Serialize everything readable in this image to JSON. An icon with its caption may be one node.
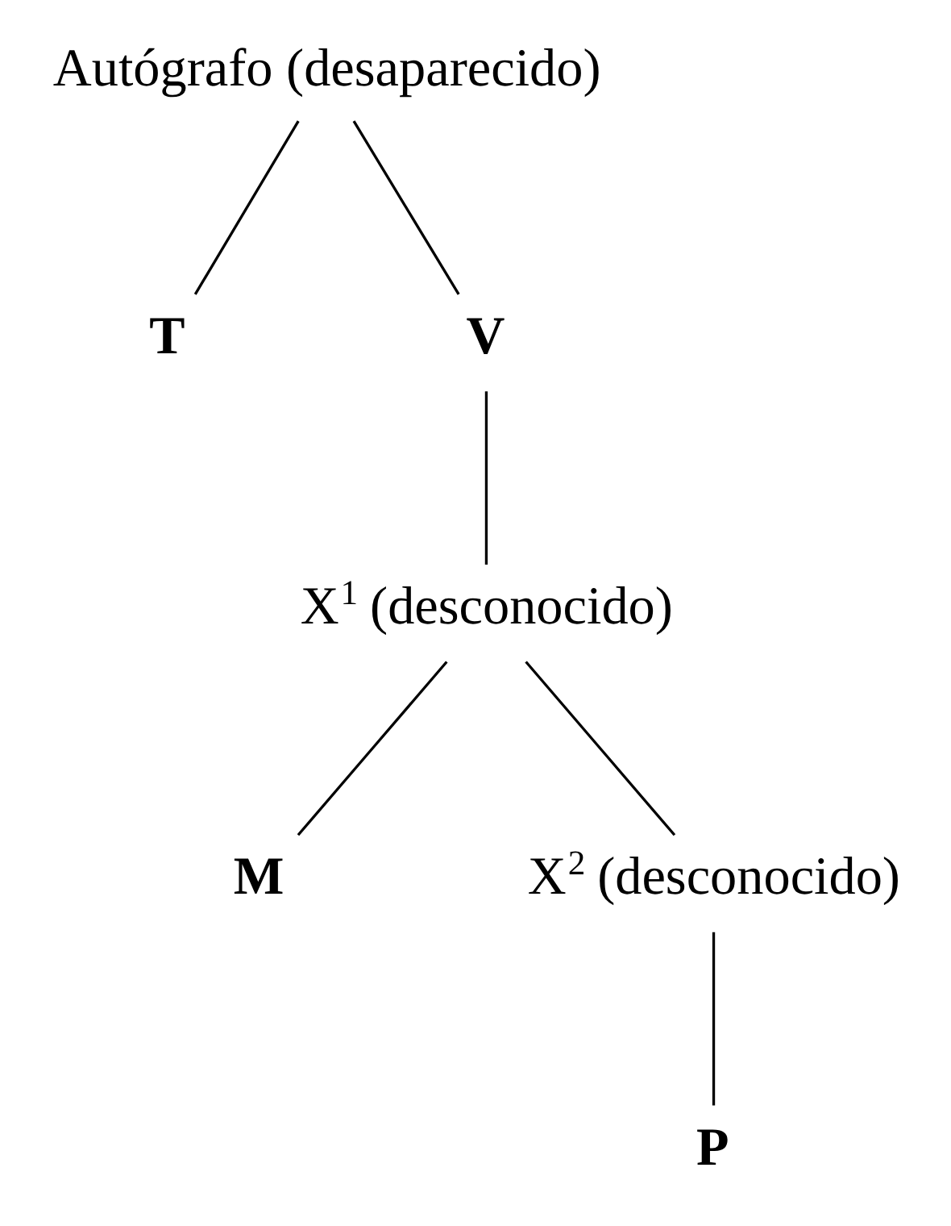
{
  "diagram": {
    "nodes": [
      {
        "text": [
          "Autógrafo (desaparecido)"
        ]
      },
      {
        "text": [
          "T"
        ]
      },
      {
        "text": [
          "V"
        ]
      },
      {
        "text": [
          "X$^{1}$ (desconocido)"
        ]
      },
      {
        "text": [
          "M"
        ]
      },
      {
        "text": [
          "X$^{2}$ (desconocido)"
        ]
      },
      {
        "text": [
          "P"
        ]
      }
    ],
    "edges": [
      {
        "from": 0,
        "to": 1,
        "arrow": "none"
      },
      {
        "from": 0,
        "to": 2,
        "arrow": "none"
      },
      {
        "from": 2,
        "to": 3,
        "arrow": "none"
      },
      {
        "from": 3,
        "to": 4,
        "arrow": "none"
      },
      {
        "from": 3,
        "to": 5,
        "arrow": "none"
      },
      {
        "from": 5,
        "to": 6,
        "arrow": "none"
      }
    ]
  }
}
